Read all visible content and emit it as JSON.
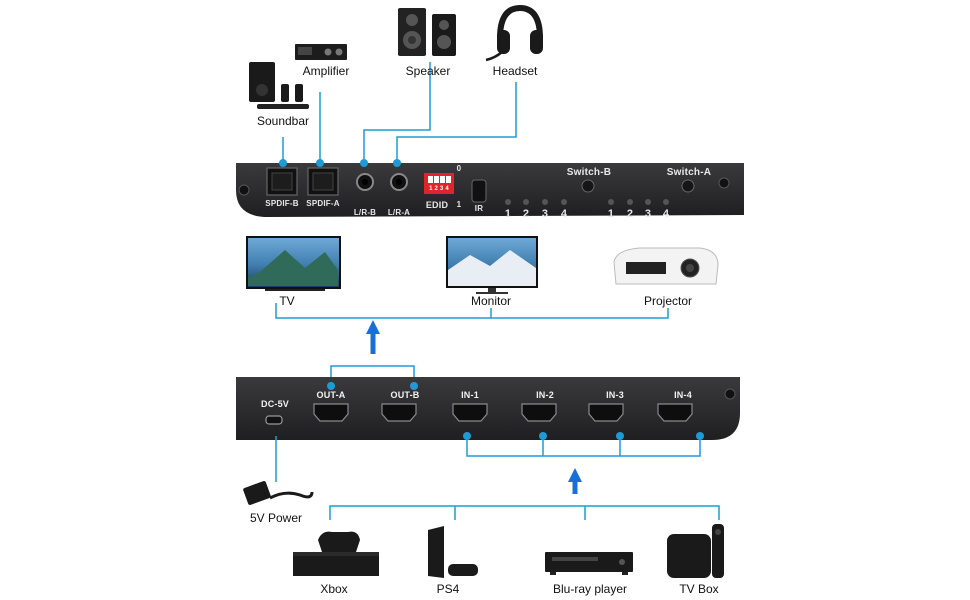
{
  "devices": {
    "amplifier": "Amplifier",
    "speaker": "Speaker",
    "headset": "Headset",
    "soundbar": "Soundbar",
    "tv": "TV",
    "monitor": "Monitor",
    "projector": "Projector",
    "power": "5V Power",
    "xbox": "Xbox",
    "ps4": "PS4",
    "bluray": "Blu-ray player",
    "tvbox": "TV Box"
  },
  "top_panel": {
    "spdif_b": "SPDIF-B",
    "spdif_a": "SPDIF-A",
    "lr_b": "L/R-B",
    "lr_a": "L/R-A",
    "edid": "EDID",
    "edid_0": "0",
    "edid_1": "1",
    "dip_numbers": "1 2 3 4",
    "ir": "IR",
    "switch_b": "Switch-B",
    "switch_a": "Switch-A",
    "leds_b": [
      "1",
      "2",
      "3",
      "4"
    ],
    "leds_a": [
      "1",
      "2",
      "3",
      "4"
    ]
  },
  "bottom_panel": {
    "dc": "DC-5V",
    "out_a": "OUT-A",
    "out_b": "OUT-B",
    "in_1": "IN-1",
    "in_2": "IN-2",
    "in_3": "IN-3",
    "in_4": "IN-4"
  },
  "colors": {
    "cable": "#1e9bd7",
    "arrow": "#1670d8",
    "panel": "#2b2b2d",
    "panel_label": "#e8e8e8",
    "dip": "#e0242a"
  }
}
